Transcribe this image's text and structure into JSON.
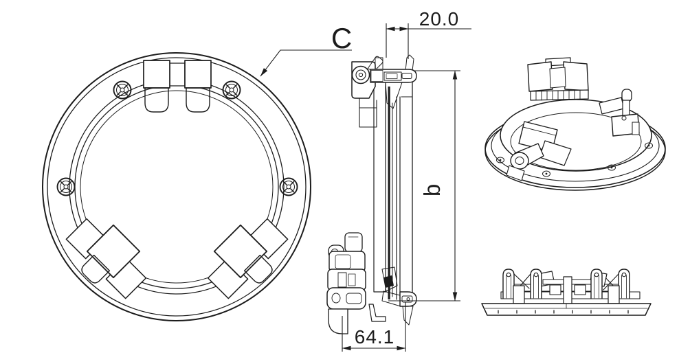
{
  "drawing": {
    "kind": "technical-drawing-porthole-hatch",
    "colors": {
      "background": "#ffffff",
      "line": "#1c1c1c"
    },
    "annotations": {
      "detail_label": "C",
      "dim_depth": "20.0",
      "dim_height": "b",
      "dim_width": "64.1"
    }
  }
}
